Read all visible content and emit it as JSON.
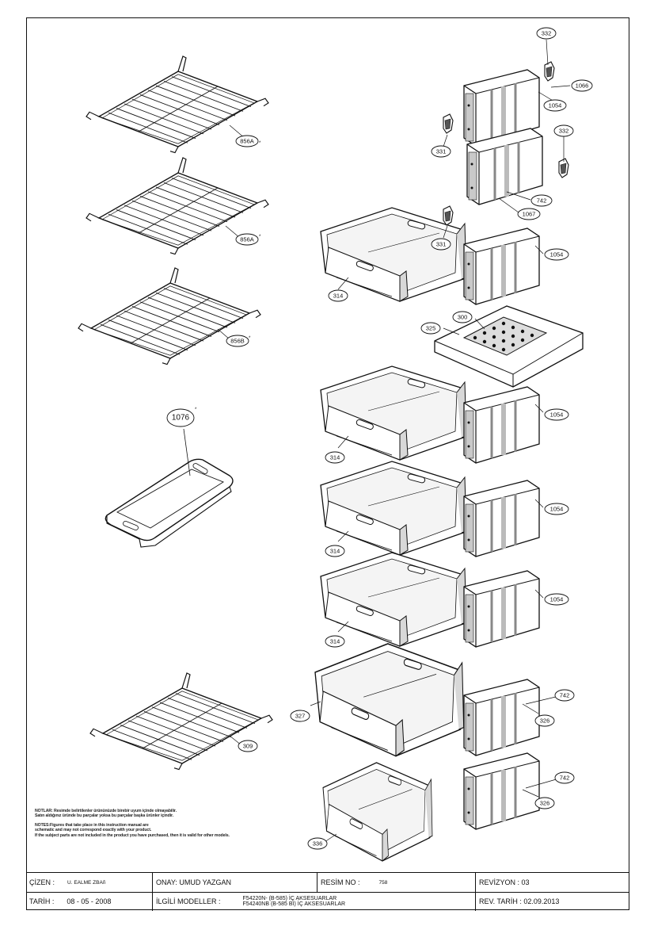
{
  "callouts": {
    "c332a": "332",
    "c1066": "1066",
    "c1054a": "1054",
    "c331a": "331",
    "c332b": "332",
    "c742a": "742",
    "c1067": "1067",
    "c331b": "331",
    "c1054b": "1054",
    "c314a": "314",
    "c856a1": "856A",
    "c856a2": "856A",
    "c856b": "856B",
    "c325": "325",
    "c300": "300",
    "c1076": "1076",
    "c1054c": "1054",
    "c314b": "314",
    "c1054d": "1054",
    "c314c": "314",
    "c1054e": "1054",
    "c314d": "314",
    "c309": "309",
    "c327": "327",
    "c742b": "742",
    "c326a": "326",
    "c742c": "742",
    "c326b": "326",
    "c336": "336"
  },
  "notes": {
    "tr1": "NOTLAR: Resimde belirtilenler ürününüzde birebir uyum içinde olmayabilir.",
    "tr2": "Satın aldığınız üründe bu parçalar yoksa bu parçalar başka ürünler içindir.",
    "en1": "NOTES:Figures that take place in this instruction manual are",
    "en2": "schematic and may not correspond exactly with your product.",
    "en3": "If the subject parts are not included in the product you have purchased, then it is valid for other models."
  },
  "titleblock": {
    "cizen_label": "ÇİZEN :",
    "cizen_value": "U. EALME ZBAñ",
    "onay": "ONAY: UMUD YAZGAN",
    "resim_label": "RESİM NO :",
    "resim_value": "758",
    "revizyon": "REVİZYON : 03",
    "tarih_label": "TARİH :",
    "tarih_value": "08 - 05 - 2008",
    "modeller_label": "İLGİLİ MODELLER :",
    "model1": "F54220N- (B-585) İÇ AKSESUARLAR",
    "model2": "F54240NB (B-585 Bİ) İÇ AKSESUARLAR",
    "rev_tarih": "REV. TARİH : 02.09.2013"
  }
}
